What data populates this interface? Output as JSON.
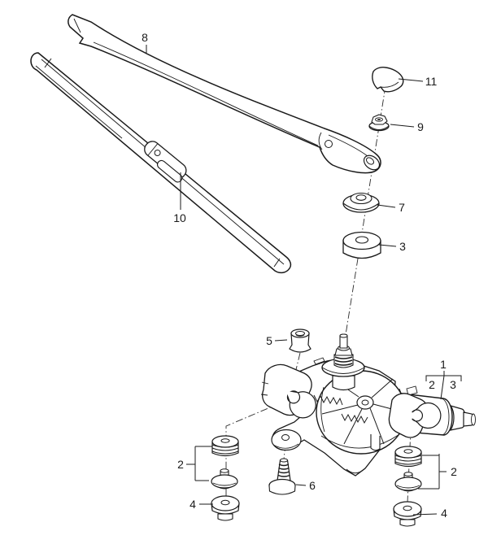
{
  "diagram": {
    "type": "exploded-parts-diagram",
    "background": "#ffffff",
    "line_color": "#1a1a1a",
    "callouts": {
      "arm": "8",
      "blade": "10",
      "cap": "11",
      "nut": "9",
      "washer": "7",
      "grommet": "3",
      "bushing": "5",
      "motor_assembly": "1",
      "motor_sub_left": "2",
      "motor_sub_right": "3",
      "screw": "6",
      "left_pair": "2",
      "left_mount": "4",
      "right_pair": "2",
      "right_mount": "4"
    }
  }
}
